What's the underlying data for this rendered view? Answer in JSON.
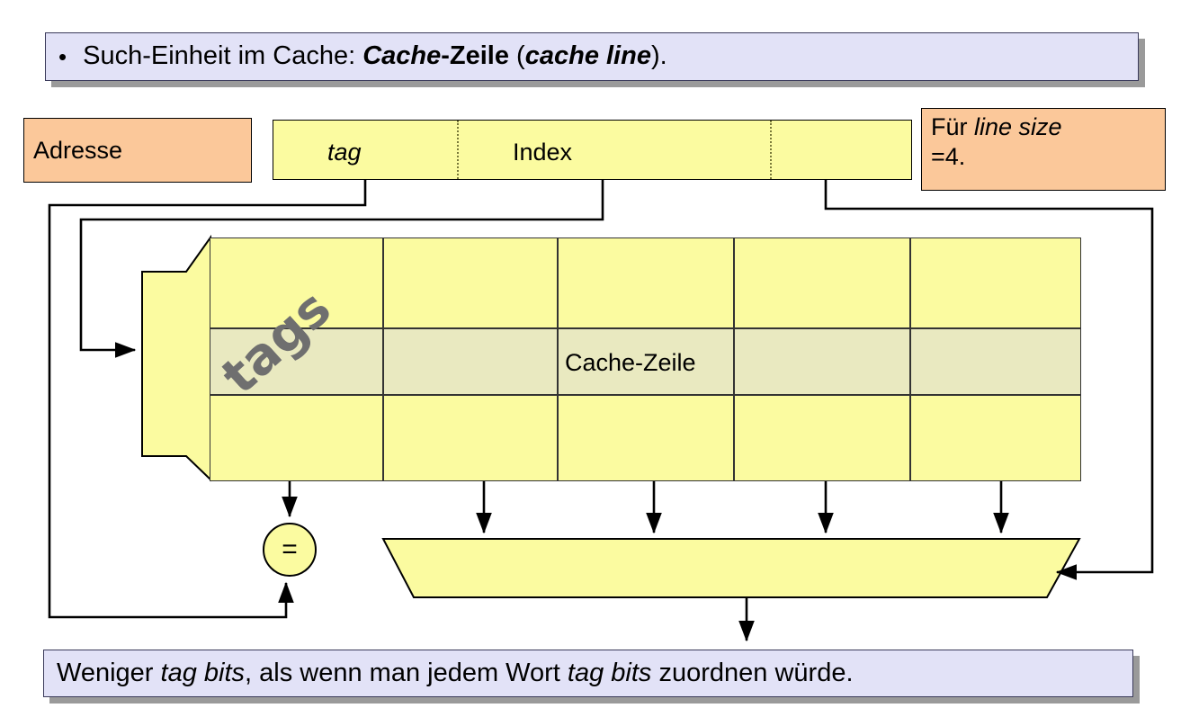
{
  "slide": {
    "title_bullet": {
      "bullet": "•",
      "part1": "Such-Einheit im Cache: ",
      "part2_bold_italic": "Cache",
      "part3_bold": "-Zeile",
      "part4": " (",
      "part5_bold_italic": "cache line",
      "part6": ")."
    },
    "footer_note": {
      "part1": "Weniger ",
      "part2_italic": "tag bits",
      "part3": ", als wenn man jedem Wort ",
      "part4_italic": "tag bits",
      "part5": " zuordnen würde."
    }
  },
  "address": {
    "label": "Adresse",
    "fields": [
      {
        "name": "tag",
        "label": "tag",
        "italic": true
      },
      {
        "name": "index",
        "label": "Index",
        "italic": false
      },
      {
        "name": "offset",
        "label": "",
        "italic": false
      }
    ]
  },
  "note": {
    "line1_plain": "Für ",
    "line1_italic": "line size",
    "line2": "=4."
  },
  "cache": {
    "decoder_name": "index-decoder",
    "tags_label": "tags",
    "line_label": "Cache-Zeile",
    "rows": 3,
    "columns": 5,
    "highlighted_row_index": 1,
    "mux_name": "word-multiplexer"
  },
  "comparator": {
    "symbol": "=",
    "name": "tag-comparator"
  },
  "colors": {
    "callout_bg": "#e2e2f7",
    "callout_border": "#3a3a5a",
    "callout_shadow": "#9a9a9a",
    "orange_bg": "#fbc89a",
    "yellow_bg": "#fbfba0",
    "highlight_bg": "#e9e9c0",
    "line": "#000000",
    "tags_text": "#6f6f6f"
  }
}
